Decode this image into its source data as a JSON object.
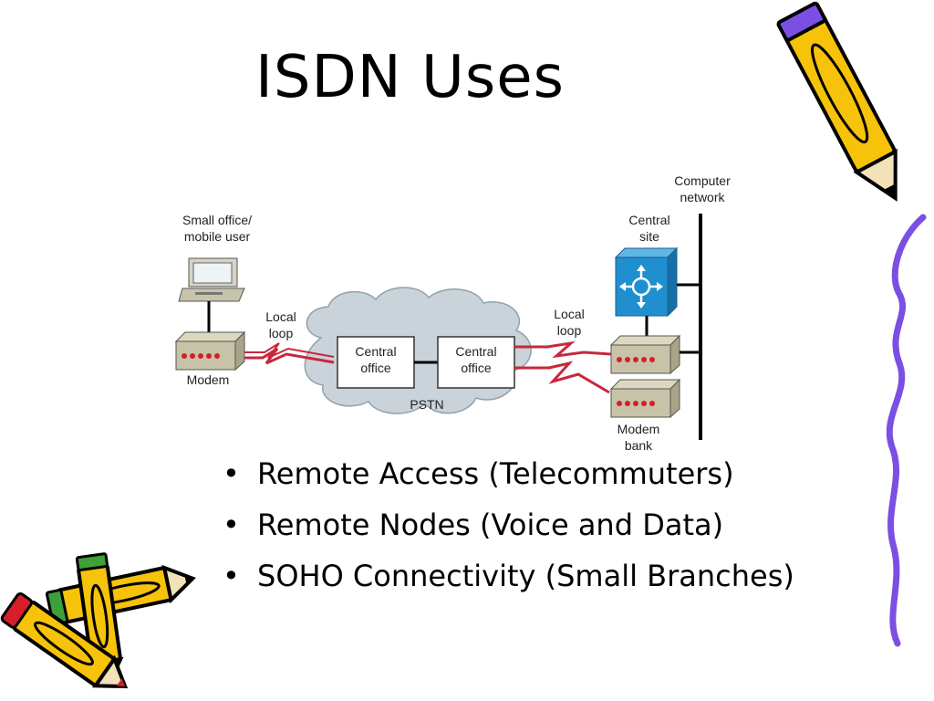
{
  "slide": {
    "title": "ISDN Uses",
    "bullets": [
      "Remote Access (Telecommuters)",
      "Remote Nodes (Voice and Data)",
      "SOHO Connectivity (Small Branches)"
    ],
    "bullet_glyph": "•"
  },
  "diagram": {
    "small_office_line1": "Small office/",
    "small_office_line2": "mobile user",
    "modem": "Modem",
    "local_loop_left_line1": "Local",
    "local_loop_left_line2": "loop",
    "central_office_a_line1": "Central",
    "central_office_a_line2": "office",
    "central_office_b_line1": "Central",
    "central_office_b_line2": "office",
    "pstn": "PSTN",
    "local_loop_right_line1": "Local",
    "local_loop_right_line2": "loop",
    "central_site_line1": "Central",
    "central_site_line2": "site",
    "computer_network_line1": "Computer",
    "computer_network_line2": "network",
    "modem_bank_line1": "Modem",
    "modem_bank_line2": "bank"
  },
  "colors": {
    "link_red": "#c8283c",
    "cloud": "#c9d3d9",
    "router_blue": "#1f8fd0",
    "modem_body": "#c8c3a8",
    "led_red": "#d61f2a",
    "pencil_yellow": "#f6c20a",
    "squiggle_purple": "#7b4fe3"
  },
  "decor_icons": [
    "pencil-icon",
    "pencil-icon",
    "pencil-icon",
    "squiggle-line"
  ]
}
